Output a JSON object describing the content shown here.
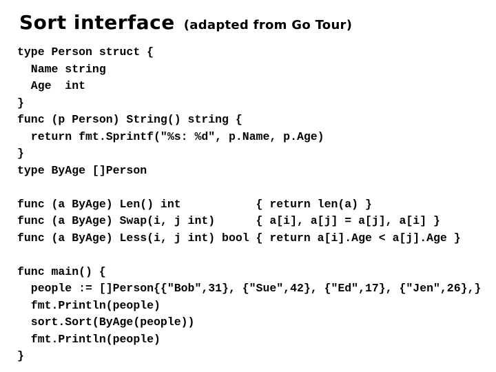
{
  "slide": {
    "title": "Sort interface",
    "subtitle": "(adapted from Go Tour)",
    "background_color": "#ffffff",
    "text_color": "#000000"
  },
  "code": {
    "language": "go",
    "lines": [
      "type Person struct {",
      "  Name string",
      "  Age  int",
      "}",
      "func (p Person) String() string {",
      "  return fmt.Sprintf(\"%s: %d\", p.Name, p.Age)",
      "}",
      "type ByAge []Person",
      "",
      "func (a ByAge) Len() int           { return len(a) }",
      "func (a ByAge) Swap(i, j int)      { a[i], a[j] = a[j], a[i] }",
      "func (a ByAge) Less(i, j int) bool { return a[i].Age < a[j].Age }",
      "",
      "func main() {",
      "  people := []Person{{\"Bob\",31}, {\"Sue\",42}, {\"Ed\",17}, {\"Jen\",26},}",
      "  fmt.Println(people)",
      "  sort.Sort(ByAge(people))",
      "  fmt.Println(people)",
      "}"
    ]
  }
}
